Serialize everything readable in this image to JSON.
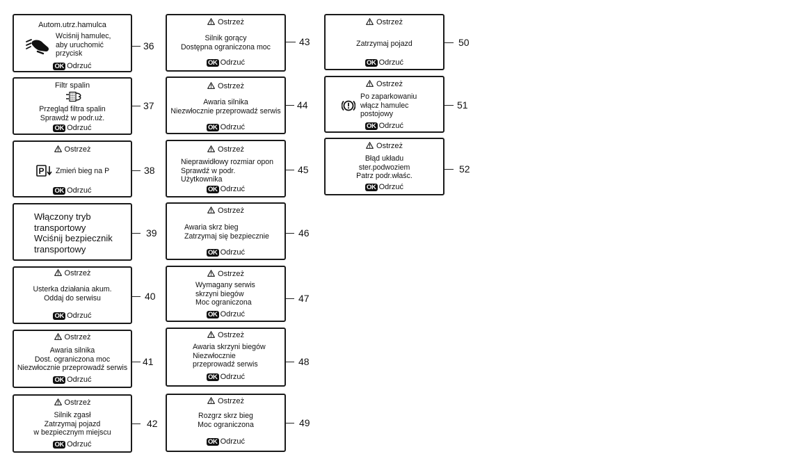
{
  "common": {
    "warning_title": "Ostrzeż",
    "ok_badge": "OK",
    "ok_label": "Odrzuć"
  },
  "panels": {
    "p36": {
      "number": "36",
      "title": "Autom.utrz.hamulca",
      "lines": [
        "Wciśnij hamulec,",
        "aby uruchomić",
        "przycisk"
      ],
      "icon": "brake-pedal-foot-icon"
    },
    "p37": {
      "number": "37",
      "title": "Filtr spalin",
      "lines": [
        "Przegląd filtra spalin",
        "Sprawdź w podr.uż."
      ],
      "icon": "exhaust-filter-icon"
    },
    "p38": {
      "number": "38",
      "lines": [
        "Zmień bieg na P"
      ],
      "icon": "park-gear-icon"
    },
    "p39": {
      "number": "39",
      "lines": [
        "Włączony tryb",
        "transportowy",
        "Wciśnij bezpiecznik",
        "transportowy"
      ]
    },
    "p40": {
      "number": "40",
      "lines": [
        "Usterka działania akum.",
        "Oddaj do serwisu"
      ]
    },
    "p41": {
      "number": "41",
      "lines": [
        "Awaria silnika",
        "Dost. ograniczona moc",
        "Niezwłocznie przeprowadź serwis"
      ]
    },
    "p42": {
      "number": "42",
      "lines": [
        "Silnik zgasł",
        "Zatrzymaj pojazd",
        "w bezpiecznym miejscu"
      ]
    },
    "p43": {
      "number": "43",
      "lines": [
        "Silnik gorący",
        "Dostępna ograniczona moc"
      ]
    },
    "p44": {
      "number": "44",
      "lines": [
        "Awaria silnika",
        "Niezwłocznie przeprowadź serwis"
      ]
    },
    "p45": {
      "number": "45",
      "lines": [
        "Nieprawidłowy rozmiar opon",
        "Sprawdź w podr.",
        "Użytkownika"
      ]
    },
    "p46": {
      "number": "46",
      "lines": [
        "Awaria skrz bieg",
        "Zatrzymaj się bezpiecznie"
      ]
    },
    "p47": {
      "number": "47",
      "lines": [
        "Wymagany serwis",
        "skrzyni biegów",
        "Moc ograniczona"
      ]
    },
    "p48": {
      "number": "48",
      "lines": [
        "Awaria skrzyni biegów",
        "Niezwłocznie",
        "przeprowadź serwis"
      ]
    },
    "p49": {
      "number": "49",
      "lines": [
        "Rozgrz skrz bieg",
        "Moc ograniczona"
      ]
    },
    "p50": {
      "number": "50",
      "lines": [
        "Zatrzymaj pojazd"
      ]
    },
    "p51": {
      "number": "51",
      "lines": [
        "Po zaparkowaniu",
        "włącz hamulec",
        "postojowy"
      ],
      "icon": "parking-brake-warning-icon"
    },
    "p52": {
      "number": "52",
      "lines": [
        "Błąd układu",
        "ster.podwoziem",
        "Patrz podr.właśc."
      ]
    }
  }
}
